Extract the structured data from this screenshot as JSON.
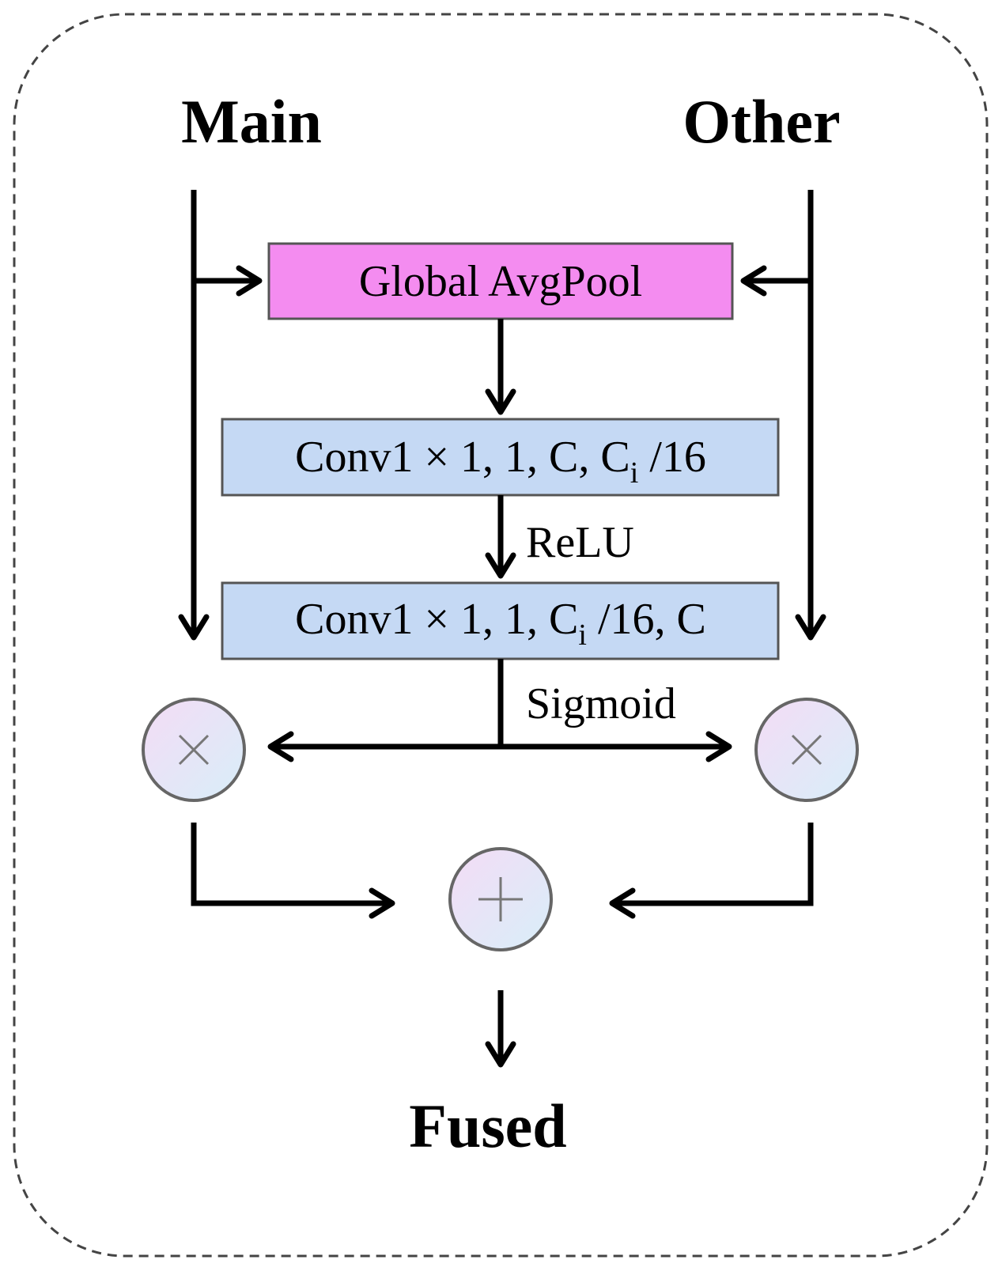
{
  "inputs": {
    "main": "Main",
    "other": "Other"
  },
  "blocks": {
    "pool": "Global AvgPool",
    "conv1": {
      "prefix": "Conv1 × 1, 1, C, C",
      "subscript": "i",
      "suffix": " /16"
    },
    "conv2": {
      "prefix": "Conv1 × 1, 1, C",
      "subscript": "i",
      "suffix": " /16, C"
    }
  },
  "activations": {
    "relu": "ReLU",
    "sigmoid": "Sigmoid"
  },
  "output": "Fused",
  "operators": {
    "multiply": "multiply",
    "add": "add"
  },
  "colors": {
    "pool_fill": "#f48cf0",
    "conv_fill": "#c5d9f4",
    "box_border": "#555555",
    "operator_gradient_start": "#f4dcf6",
    "operator_gradient_end": "#d8eef8",
    "operator_border": "#666666",
    "operator_symbol": "#777777",
    "frame": "#444444"
  }
}
